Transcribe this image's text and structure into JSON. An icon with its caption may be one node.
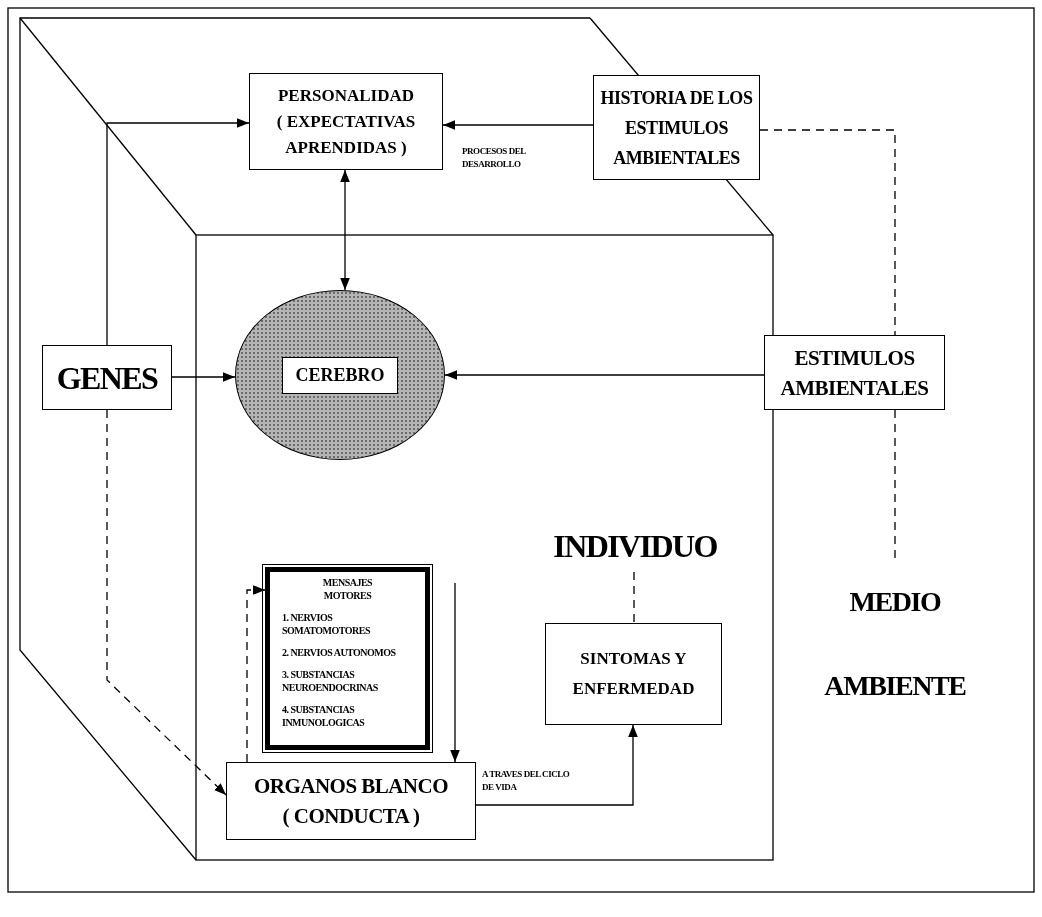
{
  "diagram": {
    "nodes": [
      {
        "text": [
          "PERSONALIDAD",
          "( EXPECTATIVAS APRENDIDAS )"
        ]
      },
      {
        "text": [
          "HISTORIA DE LOS ESTIMULOS AMBIENTALES"
        ]
      },
      {
        "text": [
          "GENES"
        ]
      },
      {
        "text": [
          "CEREBRO"
        ]
      },
      {
        "text": [
          "ESTIMULOS AMBIENTALES"
        ]
      },
      {
        "text": [
          "MENSAJES MOTORES",
          "1. NERVIOS SOMATOMOTORES",
          "2. NERVIOS AUTONOMOS",
          "3. SUBSTANCIAS NEUROENDOCRINAS",
          "4. SUBSTANCIAS INMUNOLOGICAS"
        ]
      },
      {
        "text": [
          "INDIVIDUO"
        ]
      },
      {
        "text": [
          "SINTOMAS Y ENFERMEDAD"
        ]
      },
      {
        "text": [
          "ORGANOS BLANCO",
          "( CONDUCTA )"
        ]
      },
      {
        "text": [
          "MEDIO AMBIENTE"
        ]
      }
    ],
    "edges": [
      {
        "from": 2,
        "to": 0,
        "arrow": "to"
      },
      {
        "from": 1,
        "to": 0,
        "arrow": "to",
        "label": "PROCESOS DEL DESARROLLO"
      },
      {
        "from": 0,
        "to": 3,
        "arrow": "both"
      },
      {
        "from": 2,
        "to": 3,
        "arrow": "to"
      },
      {
        "from": 4,
        "to": 3,
        "arrow": "to"
      },
      {
        "from": 1,
        "to": 4,
        "arrow": "none",
        "style": "dashed"
      },
      {
        "from": 4,
        "to": 9,
        "arrow": "none",
        "style": "dashed"
      },
      {
        "from": 2,
        "to": 8,
        "arrow": "to",
        "style": "dashed"
      },
      {
        "from": null,
        "to": 8,
        "arrow": "to"
      },
      {
        "from": 8,
        "to": 5,
        "arrow": "to",
        "style": "dashed"
      },
      {
        "from": 8,
        "to": 7,
        "arrow": "to",
        "label": "A TRAVES DEL CICLO DE VIDA"
      },
      {
        "from": 6,
        "to": 7,
        "arrow": "none",
        "style": "dashed"
      }
    ]
  }
}
